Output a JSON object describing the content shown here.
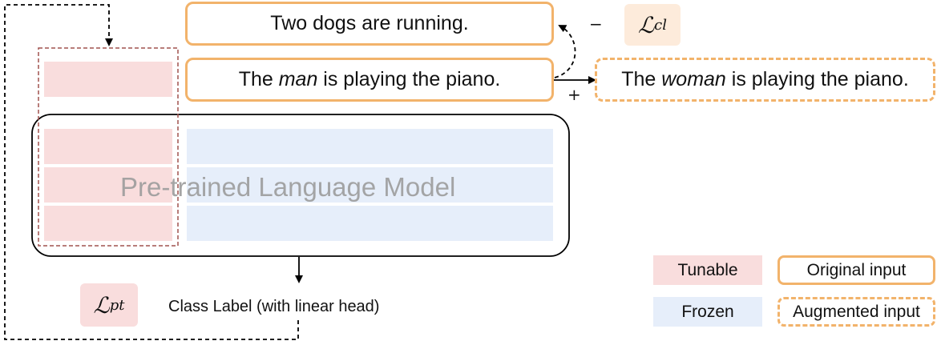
{
  "sentences": {
    "negative": "Two dogs are running.",
    "original": [
      "The ",
      "man",
      " is playing the piano."
    ],
    "augmented": [
      "The ",
      "woman",
      " is playing the piano."
    ]
  },
  "signs": {
    "negative": "−",
    "positive": "+"
  },
  "losses": {
    "contrastive": {
      "base": "ℒ",
      "sub": "cl"
    },
    "prompt_tuning": {
      "base": "ℒ",
      "sub": "pt"
    }
  },
  "model": {
    "label": "Pre-trained Language Model"
  },
  "output": {
    "label": "Class Label (with linear head)"
  },
  "legend": {
    "tunable": "Tunable",
    "frozen": "Frozen",
    "original": "Original input",
    "augmented": "Augmented input"
  },
  "colors": {
    "tunable": "#f9dddd",
    "frozen": "#e6eefa",
    "input_border": "#f2b36b",
    "loss_bg": "#fdebdb",
    "prompt_dash": "#a0524f"
  }
}
